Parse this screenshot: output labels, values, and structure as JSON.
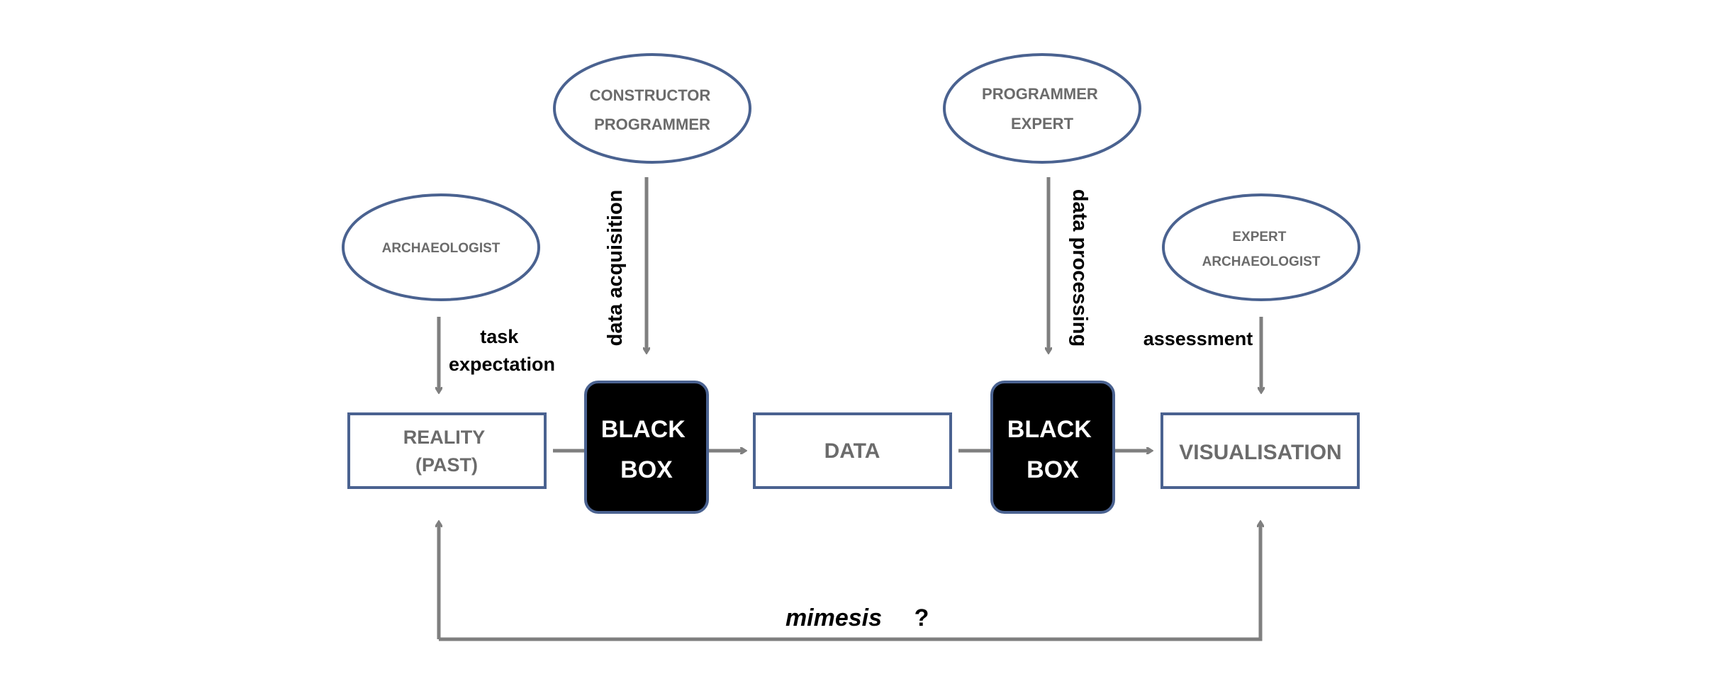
{
  "actors": {
    "archaeologist": {
      "lines": [
        "ARCHAEOLOGIST"
      ]
    },
    "constructor_programmer": {
      "lines": [
        "CONSTRUCTOR",
        "PROGRAMMER"
      ]
    },
    "programmer_expert": {
      "lines": [
        "PROGRAMMER",
        "EXPERT"
      ]
    },
    "expert_archaeologist": {
      "lines": [
        "EXPERT",
        "ARCHAEOLOGIST"
      ]
    }
  },
  "boxes": {
    "reality": {
      "lines": [
        "REALITY",
        "(PAST)"
      ]
    },
    "black_box_1": {
      "lines": [
        "BLACK",
        "BOX"
      ]
    },
    "data": {
      "lines": [
        "DATA"
      ]
    },
    "black_box_2": {
      "lines": [
        "BLACK",
        "BOX"
      ]
    },
    "visualisation": {
      "lines": [
        "VISUALISATION"
      ]
    }
  },
  "labels": {
    "task_expectation": [
      "task",
      "expectation"
    ],
    "data_acquisition": "data acquisition",
    "data_processing": "data processing",
    "assessment": "assessment",
    "mimesis": "mimesis",
    "question": "?"
  },
  "colors": {
    "ellipse_stroke": "#4a6290",
    "box_stroke": "#4a6290",
    "arrow": "#7f7f7f",
    "label_gray": "#6b6b6b",
    "black_box_fill": "#000000",
    "black_box_text": "#ffffff",
    "text_black": "#000000"
  }
}
